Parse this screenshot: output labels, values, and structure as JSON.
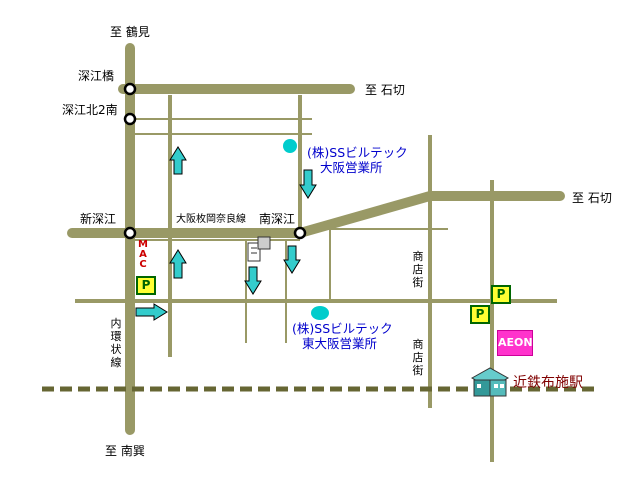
{
  "labels": {
    "to_tsurumi": "至 鶴見",
    "to_ishikiri_top": "至 石切",
    "to_ishikiri_right": "至 石切",
    "to_minamitatsumi": "至 南巽",
    "fukaebashi": "深江橋",
    "fukae_kita_2_minami": "深江北2南",
    "shinfukae": "新深江",
    "minamifukae": "南深江",
    "osaka_hirakata_nara_line": "大阪枚岡奈良線",
    "naikanjo_line": "内環状線",
    "shotengai_upper": "商店街",
    "shotengai_lower": "商店街",
    "kintetsu_fuse_station": "近鉄布施駅",
    "office_osaka_line1": "(株)SSビルテック",
    "office_osaka_line2": "大阪営業所",
    "office_higashi_line1": "(株)SSビルテック",
    "office_higashi_line2": "東大阪営業所"
  },
  "landmarks": {
    "aeon": "AEON",
    "mac": "MAC",
    "parking": "P"
  },
  "colors": {
    "road": "#999966",
    "railway": "#666633",
    "office_marker": "#00cccc",
    "arrow_fill": "#33cccc",
    "office_text": "#0000cc",
    "station_text": "#800000",
    "aeon_bg": "#ff33cc",
    "parking_bg": "#ffff33"
  },
  "icons": {
    "direction_arrows": "arrow-icon",
    "station": "station-building-icon",
    "building": "building-icon"
  }
}
